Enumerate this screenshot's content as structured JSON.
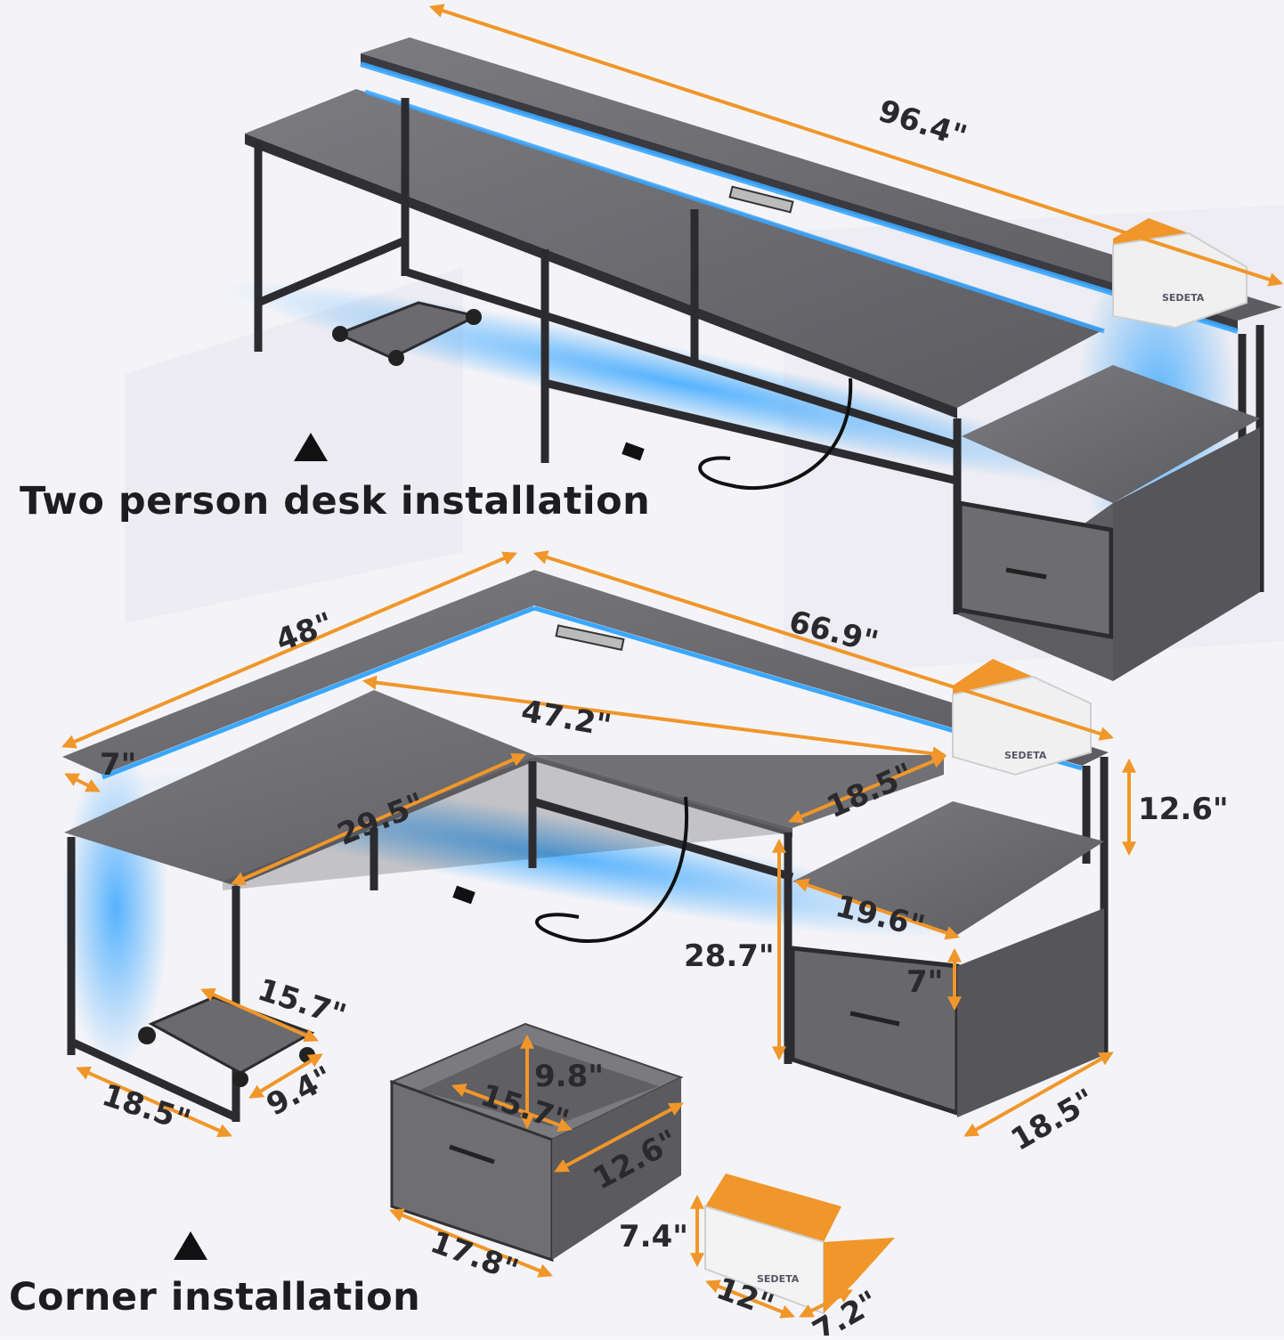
{
  "captions": {
    "two_person": "Two person desk installation",
    "corner": "Corner installation"
  },
  "brand": "SEDETA",
  "dimensions": {
    "top_length": "96.4\"",
    "corner_left_length": "48\"",
    "corner_right_length": "66.9\"",
    "inner_length": "47.2\"",
    "shelf_depth": "7\"",
    "left_desk_inner": "29.5\"",
    "cabinet_top_depth": "18.5\"",
    "shelf_height": "12.6\"",
    "desk_height": "28.7\"",
    "cabinet_width": "19.6\"",
    "cabinet_gap": "7\"",
    "cabinet_depth": "18.5\"",
    "stand_width": "15.7\"",
    "stand_depth": "9.4\"",
    "leg_depth": "18.5\"",
    "drawer_height": "9.8\"",
    "drawer_inner_width": "15.7\"",
    "drawer_inner_depth": "12.6\"",
    "drawer_front_width": "17.8\"",
    "box_height": "7.4\"",
    "box_length": "12\"",
    "box_width": "7.2\""
  },
  "colors": {
    "accent": "#f0962a",
    "wood": "#6e6e72",
    "frame": "#2c2c30",
    "led": "#3aa7ff"
  }
}
